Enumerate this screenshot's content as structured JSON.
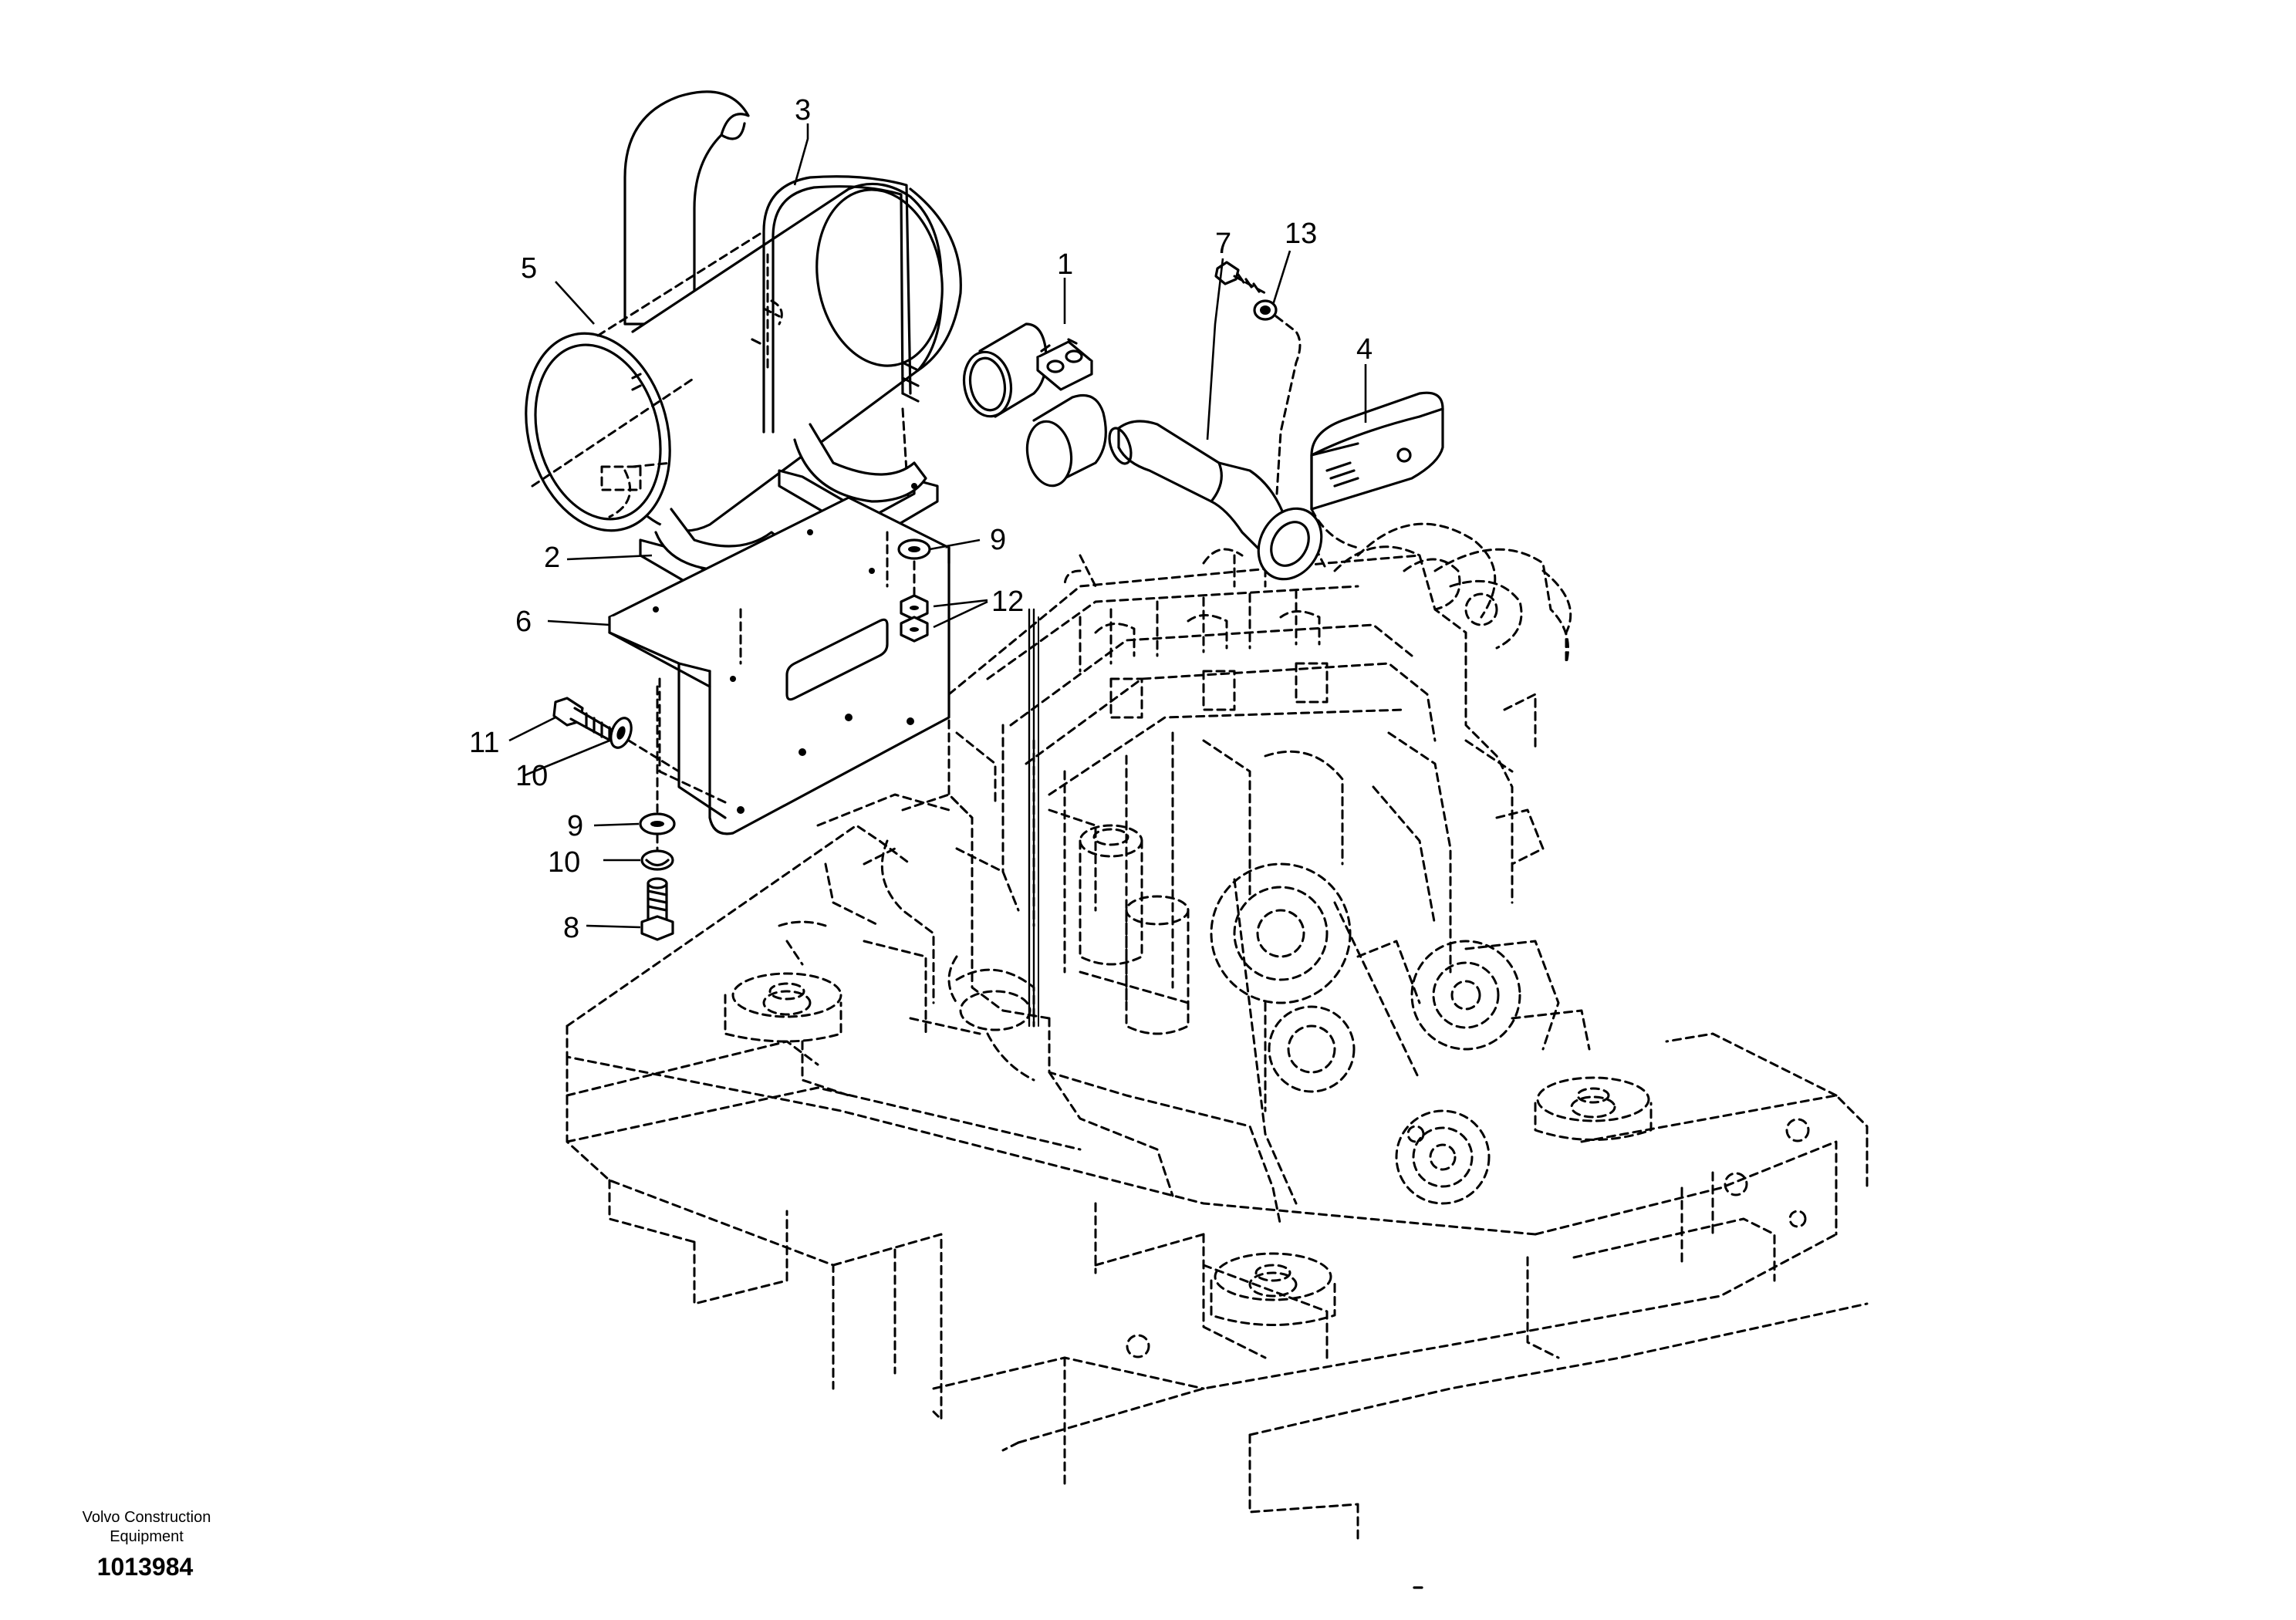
{
  "callouts": {
    "c1": "1",
    "c2": "2",
    "c3": "3",
    "c4": "4",
    "c5": "5",
    "c6": "6",
    "c7": "7",
    "c8": "8",
    "c9a": "9",
    "c9b": "9",
    "c10a": "10",
    "c10b": "10",
    "c11": "11",
    "c12": "12",
    "c13": "13"
  },
  "footer": {
    "company_line1": "Volvo Construction",
    "company_line2": "Equipment",
    "document_number": "1013984"
  }
}
